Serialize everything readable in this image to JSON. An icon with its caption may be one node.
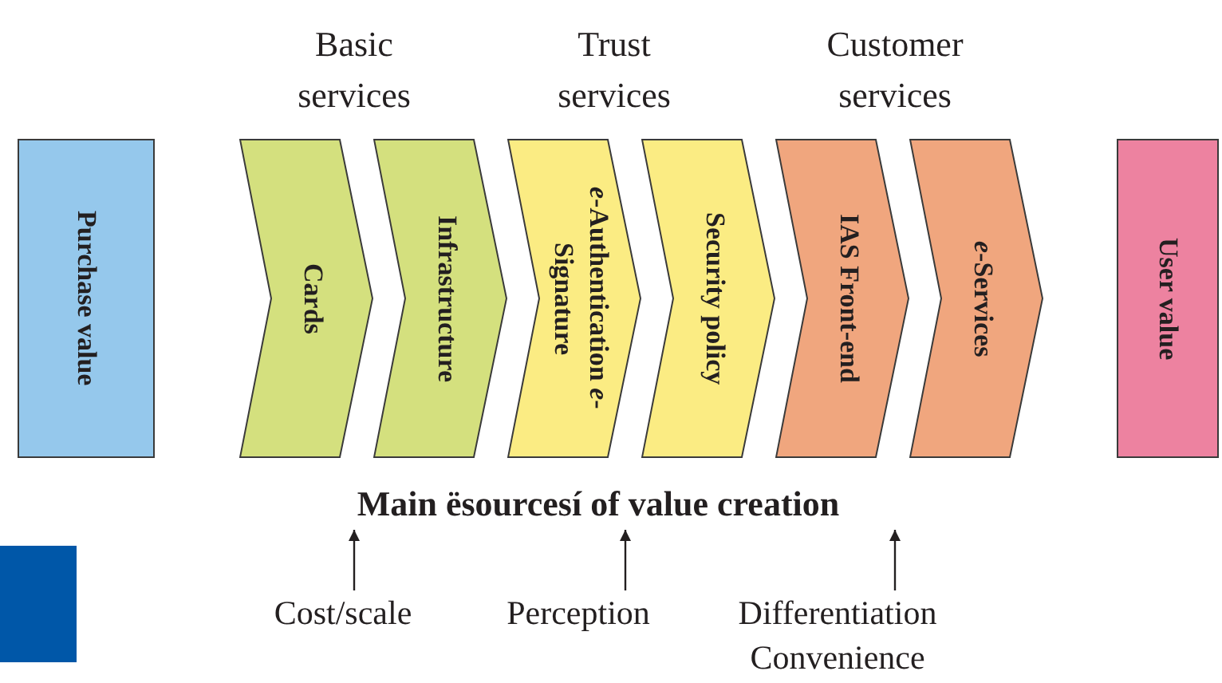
{
  "diagram": {
    "nodes": [
      {
        "text": [
          "Purchase value"
        ]
      },
      {
        "text": [
          "Cards"
        ]
      },
      {
        "text": [
          "Infrastructure"
        ]
      },
      {
        "text": [
          "*e*-Authentication *e*-Signature"
        ]
      },
      {
        "text": [
          "Security policy"
        ]
      },
      {
        "text": [
          "IAS Front-end"
        ]
      },
      {
        "text": [
          "*e*-Services"
        ]
      },
      {
        "text": [
          "User value"
        ]
      },
      {
        "text": [
          "Main ësourcesí of value creation"
        ]
      },
      {
        "text": [
          "Cost/scale"
        ]
      },
      {
        "text": [
          "Perception"
        ]
      },
      {
        "text": [
          "Differentiation Convenience"
        ]
      }
    ],
    "edges": [
      {
        "from": 9,
        "to": 8,
        "arrow": "to"
      },
      {
        "from": 10,
        "to": 8,
        "arrow": "to"
      },
      {
        "from": 11,
        "to": 8,
        "arrow": "to"
      }
    ],
    "labels": [
      "Basic services",
      "Trust services",
      "Customer services"
    ]
  }
}
